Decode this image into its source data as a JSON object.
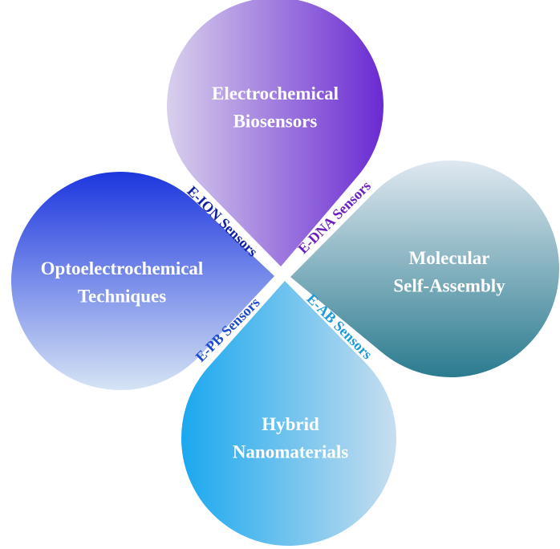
{
  "petals": [
    {
      "id": "top",
      "lines": [
        "Electrochemical",
        "Biosensors"
      ],
      "colors": [
        "#d8d0ec",
        "#6a2ad2"
      ]
    },
    {
      "id": "right",
      "lines": [
        "Molecular",
        "Self-Assembly"
      ],
      "colors": [
        "#dfe8f0",
        "#2b7b8f"
      ]
    },
    {
      "id": "bottom",
      "lines": [
        "Hybrid",
        "Nanomaterials"
      ],
      "colors": [
        "#1aa8ee",
        "#c8deef"
      ]
    },
    {
      "id": "left",
      "lines": [
        "Optoelectrochemical",
        "Techniques"
      ],
      "colors": [
        "#1c36de",
        "#d6e4f5"
      ]
    }
  ],
  "labels": [
    {
      "id": "eion",
      "text": "E-ION Sensors",
      "color": "#1020a8"
    },
    {
      "id": "edna",
      "text": "E-DNA Sensors",
      "color": "#6a1ec0"
    },
    {
      "id": "eab",
      "text": "E-AB Sensors",
      "color": "#1a9ad8"
    },
    {
      "id": "epb",
      "text": "E-PB Sensors",
      "color": "#1a4ad0"
    }
  ]
}
